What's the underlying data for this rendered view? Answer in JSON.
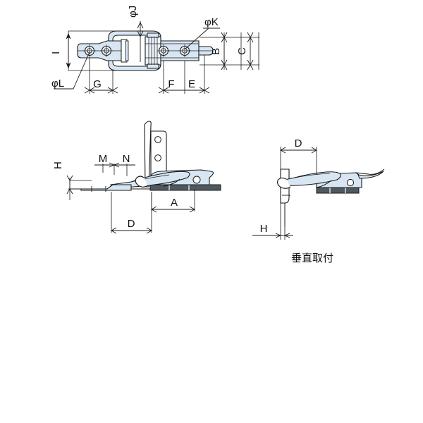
{
  "drawing": {
    "title": "",
    "colors": {
      "line": "#1a1a1a",
      "fill_body": "#d7e6f2",
      "fill_light": "#eaf2f9",
      "fill_white": "#ffffff",
      "background": "#ffffff"
    },
    "views": [
      {
        "id": "top-view",
        "name": "top-plan-view",
        "labels": [
          {
            "key": "phi_j",
            "text": "φJ",
            "rotated": true
          },
          {
            "key": "phi_k",
            "text": "φK",
            "rotated": false
          },
          {
            "key": "phi_l",
            "text": "φL",
            "rotated": false
          },
          {
            "key": "i",
            "text": "I",
            "rotated": true
          },
          {
            "key": "b",
            "text": "B",
            "rotated": true
          },
          {
            "key": "c",
            "text": "C",
            "rotated": true
          },
          {
            "key": "g",
            "text": "G",
            "rotated": false
          },
          {
            "key": "f",
            "text": "F",
            "rotated": false
          },
          {
            "key": "e",
            "text": "E",
            "rotated": false
          }
        ]
      },
      {
        "id": "side-view-horizontal",
        "name": "side-view-horizontal-mount",
        "labels": [
          {
            "key": "h",
            "text": "H",
            "rotated": true
          },
          {
            "key": "m",
            "text": "M",
            "rotated": false
          },
          {
            "key": "n",
            "text": "N",
            "rotated": false
          },
          {
            "key": "a",
            "text": "A",
            "rotated": false
          },
          {
            "key": "d",
            "text": "D",
            "rotated": false
          }
        ]
      },
      {
        "id": "side-view-vertical",
        "name": "side-view-vertical-mount",
        "caption": "垂直取付",
        "labels": [
          {
            "key": "d",
            "text": "D",
            "rotated": false
          },
          {
            "key": "h",
            "text": "H",
            "rotated": true
          }
        ]
      }
    ]
  },
  "top_view": {
    "phi_j": "φJ",
    "phi_k": "φK",
    "phi_l": "φL",
    "i": "I",
    "b": "B",
    "c": "C",
    "g": "G",
    "f": "F",
    "e": "E"
  },
  "mid_view": {
    "h": "H",
    "m": "M",
    "n": "N",
    "a": "A",
    "d": "D"
  },
  "right_view": {
    "d": "D",
    "h": "H",
    "caption": "垂直取付"
  }
}
